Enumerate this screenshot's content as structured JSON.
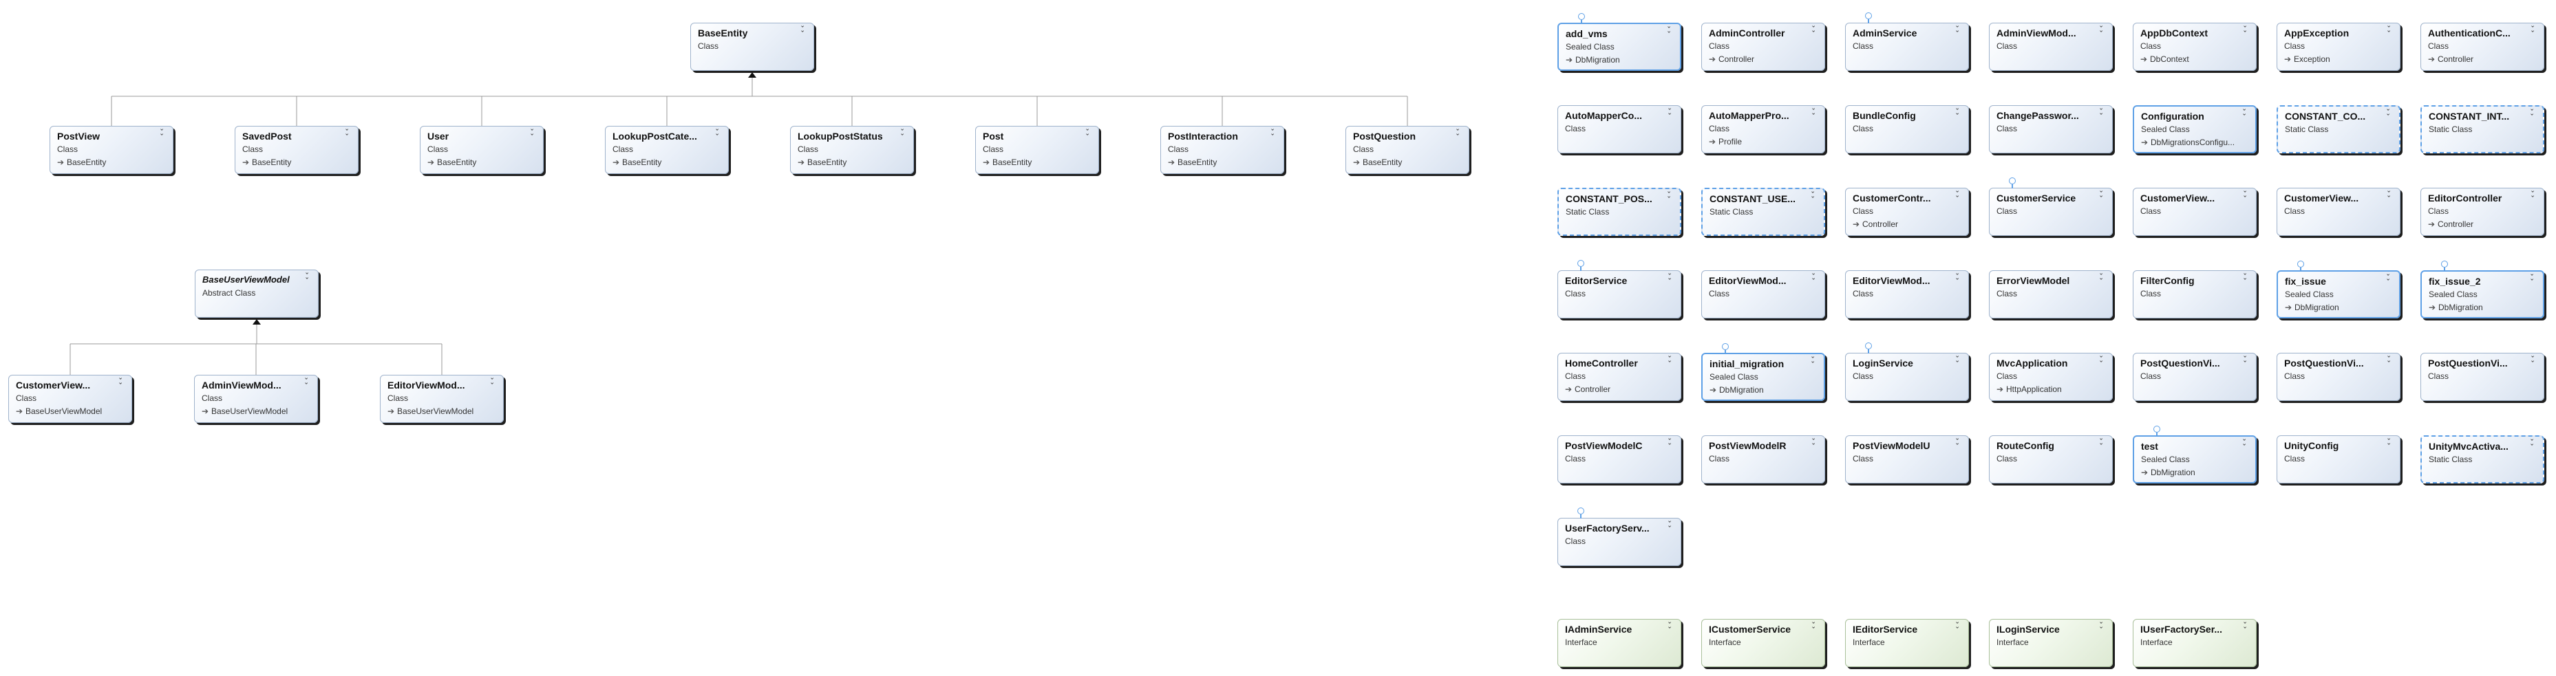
{
  "glyphs": {
    "expand": "ˇˇ",
    "base_arrow": "➔"
  },
  "colors": {
    "selection_border": "#5ea0e6",
    "class_fill": "#dfe7f2",
    "interface_fill": "#e6f0de",
    "connector": "#999999"
  },
  "hierarchies": [
    {
      "parent": {
        "name": "BaseEntity",
        "kind": "Class"
      },
      "children": [
        {
          "name": "PostView",
          "kind": "Class",
          "base": "BaseEntity"
        },
        {
          "name": "SavedPost",
          "kind": "Class",
          "base": "BaseEntity"
        },
        {
          "name": "User",
          "kind": "Class",
          "base": "BaseEntity"
        },
        {
          "name": "LookupPostCate...",
          "kind": "Class",
          "base": "BaseEntity"
        },
        {
          "name": "LookupPostStatus",
          "kind": "Class",
          "base": "BaseEntity"
        },
        {
          "name": "Post",
          "kind": "Class",
          "base": "BaseEntity"
        },
        {
          "name": "PostInteraction",
          "kind": "Class",
          "base": "BaseEntity"
        },
        {
          "name": "PostQuestion",
          "kind": "Class",
          "base": "BaseEntity"
        }
      ]
    },
    {
      "parent": {
        "name": "BaseUserViewModel",
        "kind": "Abstract Class"
      },
      "children": [
        {
          "name": "CustomerView...",
          "kind": "Class",
          "base": "BaseUserViewModel"
        },
        {
          "name": "AdminViewMod...",
          "kind": "Class",
          "base": "BaseUserViewModel"
        },
        {
          "name": "EditorViewMod...",
          "kind": "Class",
          "base": "BaseUserViewModel"
        }
      ]
    }
  ],
  "grid_rows": [
    [
      {
        "name": "add_vms",
        "kind": "Sealed Class",
        "base": "DbMigration",
        "style": "sel",
        "lollipop": true
      },
      {
        "name": "AdminController",
        "kind": "Class",
        "base": "Controller"
      },
      {
        "name": "AdminService",
        "kind": "Class",
        "lollipop": true
      },
      {
        "name": "AdminViewMod...",
        "kind": "Class"
      },
      {
        "name": "AppDbContext",
        "kind": "Class",
        "base": "DbContext"
      },
      {
        "name": "AppException",
        "kind": "Class",
        "base": "Exception"
      },
      {
        "name": "AuthenticationC...",
        "kind": "Class",
        "base": "Controller"
      }
    ],
    [
      {
        "name": "AutoMapperCo...",
        "kind": "Class"
      },
      {
        "name": "AutoMapperPro...",
        "kind": "Class",
        "base": "Profile"
      },
      {
        "name": "BundleConfig",
        "kind": "Class"
      },
      {
        "name": "ChangePasswor...",
        "kind": "Class"
      },
      {
        "name": "Configuration",
        "kind": "Sealed Class",
        "base": "DbMigrationsConfigu...",
        "style": "sel"
      },
      {
        "name": "CONSTANT_CO...",
        "kind": "Static Class",
        "style": "static"
      },
      {
        "name": "CONSTANT_INT...",
        "kind": "Static Class",
        "style": "static"
      }
    ],
    [
      {
        "name": "CONSTANT_POS...",
        "kind": "Static Class",
        "style": "static"
      },
      {
        "name": "CONSTANT_USE...",
        "kind": "Static Class",
        "style": "static"
      },
      {
        "name": "CustomerContr...",
        "kind": "Class",
        "base": "Controller"
      },
      {
        "name": "CustomerService",
        "kind": "Class",
        "lollipop": true
      },
      {
        "name": "CustomerView...",
        "kind": "Class"
      },
      {
        "name": "CustomerView...",
        "kind": "Class"
      },
      {
        "name": "EditorController",
        "kind": "Class",
        "base": "Controller"
      }
    ],
    [
      {
        "name": "EditorService",
        "kind": "Class",
        "lollipop": true
      },
      {
        "name": "EditorViewMod...",
        "kind": "Class"
      },
      {
        "name": "EditorViewMod...",
        "kind": "Class"
      },
      {
        "name": "ErrorViewModel",
        "kind": "Class"
      },
      {
        "name": "FilterConfig",
        "kind": "Class"
      },
      {
        "name": "fix_issue",
        "kind": "Sealed Class",
        "base": "DbMigration",
        "style": "sel",
        "lollipop": true
      },
      {
        "name": "fix_issue_2",
        "kind": "Sealed Class",
        "base": "DbMigration",
        "style": "sel",
        "lollipop": true
      }
    ],
    [
      {
        "name": "HomeController",
        "kind": "Class",
        "base": "Controller"
      },
      {
        "name": "initial_migration",
        "kind": "Sealed Class",
        "base": "DbMigration",
        "style": "sel",
        "lollipop": true
      },
      {
        "name": "LoginService",
        "kind": "Class",
        "lollipop": true
      },
      {
        "name": "MvcApplication",
        "kind": "Class",
        "base": "HttpApplication"
      },
      {
        "name": "PostQuestionVi...",
        "kind": "Class"
      },
      {
        "name": "PostQuestionVi...",
        "kind": "Class"
      },
      {
        "name": "PostQuestionVi...",
        "kind": "Class"
      }
    ],
    [
      {
        "name": "PostViewModelC",
        "kind": "Class"
      },
      {
        "name": "PostViewModelR",
        "kind": "Class"
      },
      {
        "name": "PostViewModelU",
        "kind": "Class"
      },
      {
        "name": "RouteConfig",
        "kind": "Class"
      },
      {
        "name": "test",
        "kind": "Sealed Class",
        "base": "DbMigration",
        "style": "sel",
        "lollipop": true
      },
      {
        "name": "UnityConfig",
        "kind": "Class"
      },
      {
        "name": "UnityMvcActiva...",
        "kind": "Static Class",
        "style": "static"
      }
    ],
    [
      {
        "name": "UserFactoryServ...",
        "kind": "Class",
        "lollipop": true
      }
    ]
  ],
  "interfaces": [
    {
      "name": "IAdminService",
      "kind": "Interface"
    },
    {
      "name": "ICustomerService",
      "kind": "Interface"
    },
    {
      "name": "IEditorService",
      "kind": "Interface"
    },
    {
      "name": "ILoginService",
      "kind": "Interface"
    },
    {
      "name": "IUserFactorySer...",
      "kind": "Interface"
    }
  ]
}
